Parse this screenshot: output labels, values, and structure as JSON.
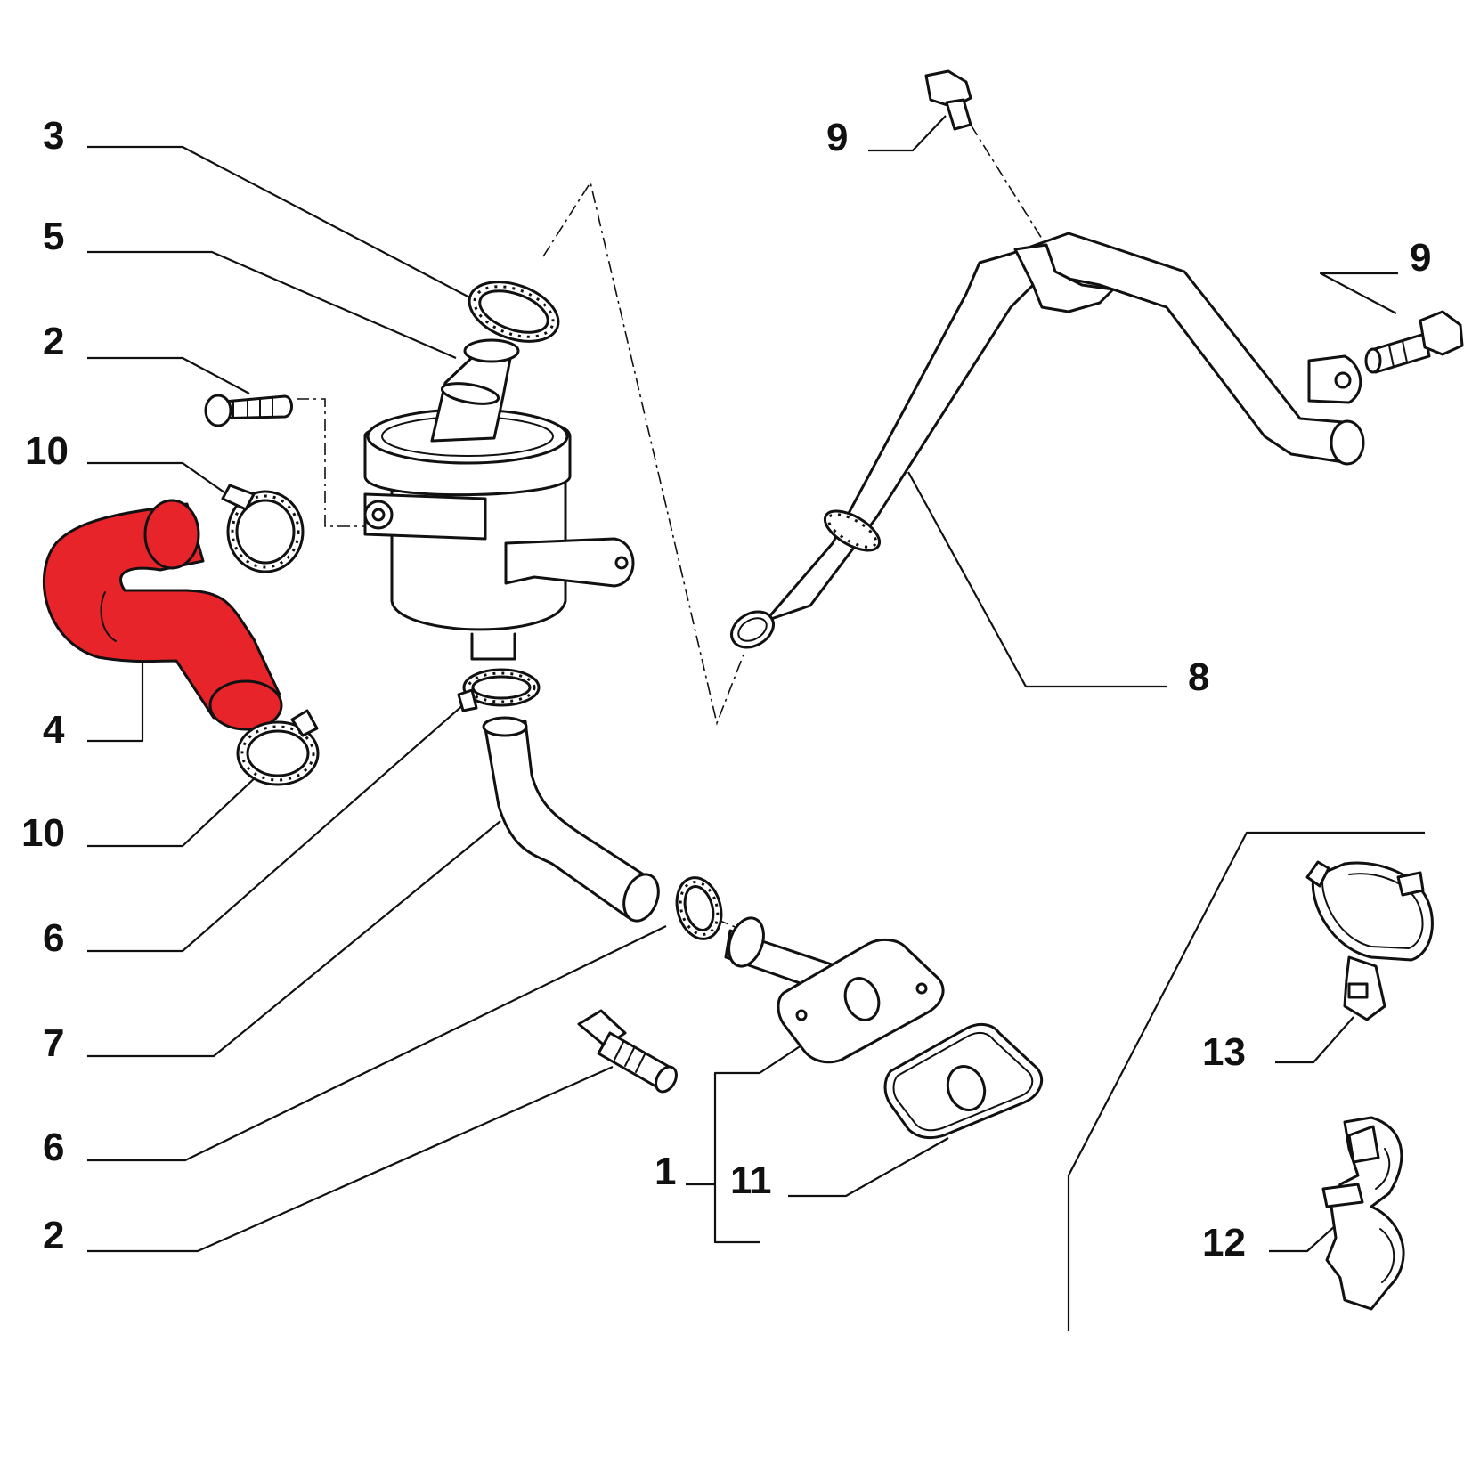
{
  "diagram": {
    "highlight_color": "#e8242b",
    "line_color": "#111111",
    "background": "#ffffff",
    "callouts": {
      "c1": "1",
      "c2a": "2",
      "c2b": "2",
      "c3": "3",
      "c4": "4",
      "c5": "5",
      "c6a": "6",
      "c6b": "6",
      "c7": "7",
      "c8": "8",
      "c9a": "9",
      "c9b": "9",
      "c10a": "10",
      "c10b": "10",
      "c11": "11",
      "c12": "12",
      "c13": "13"
    },
    "highlighted_part": "4"
  }
}
